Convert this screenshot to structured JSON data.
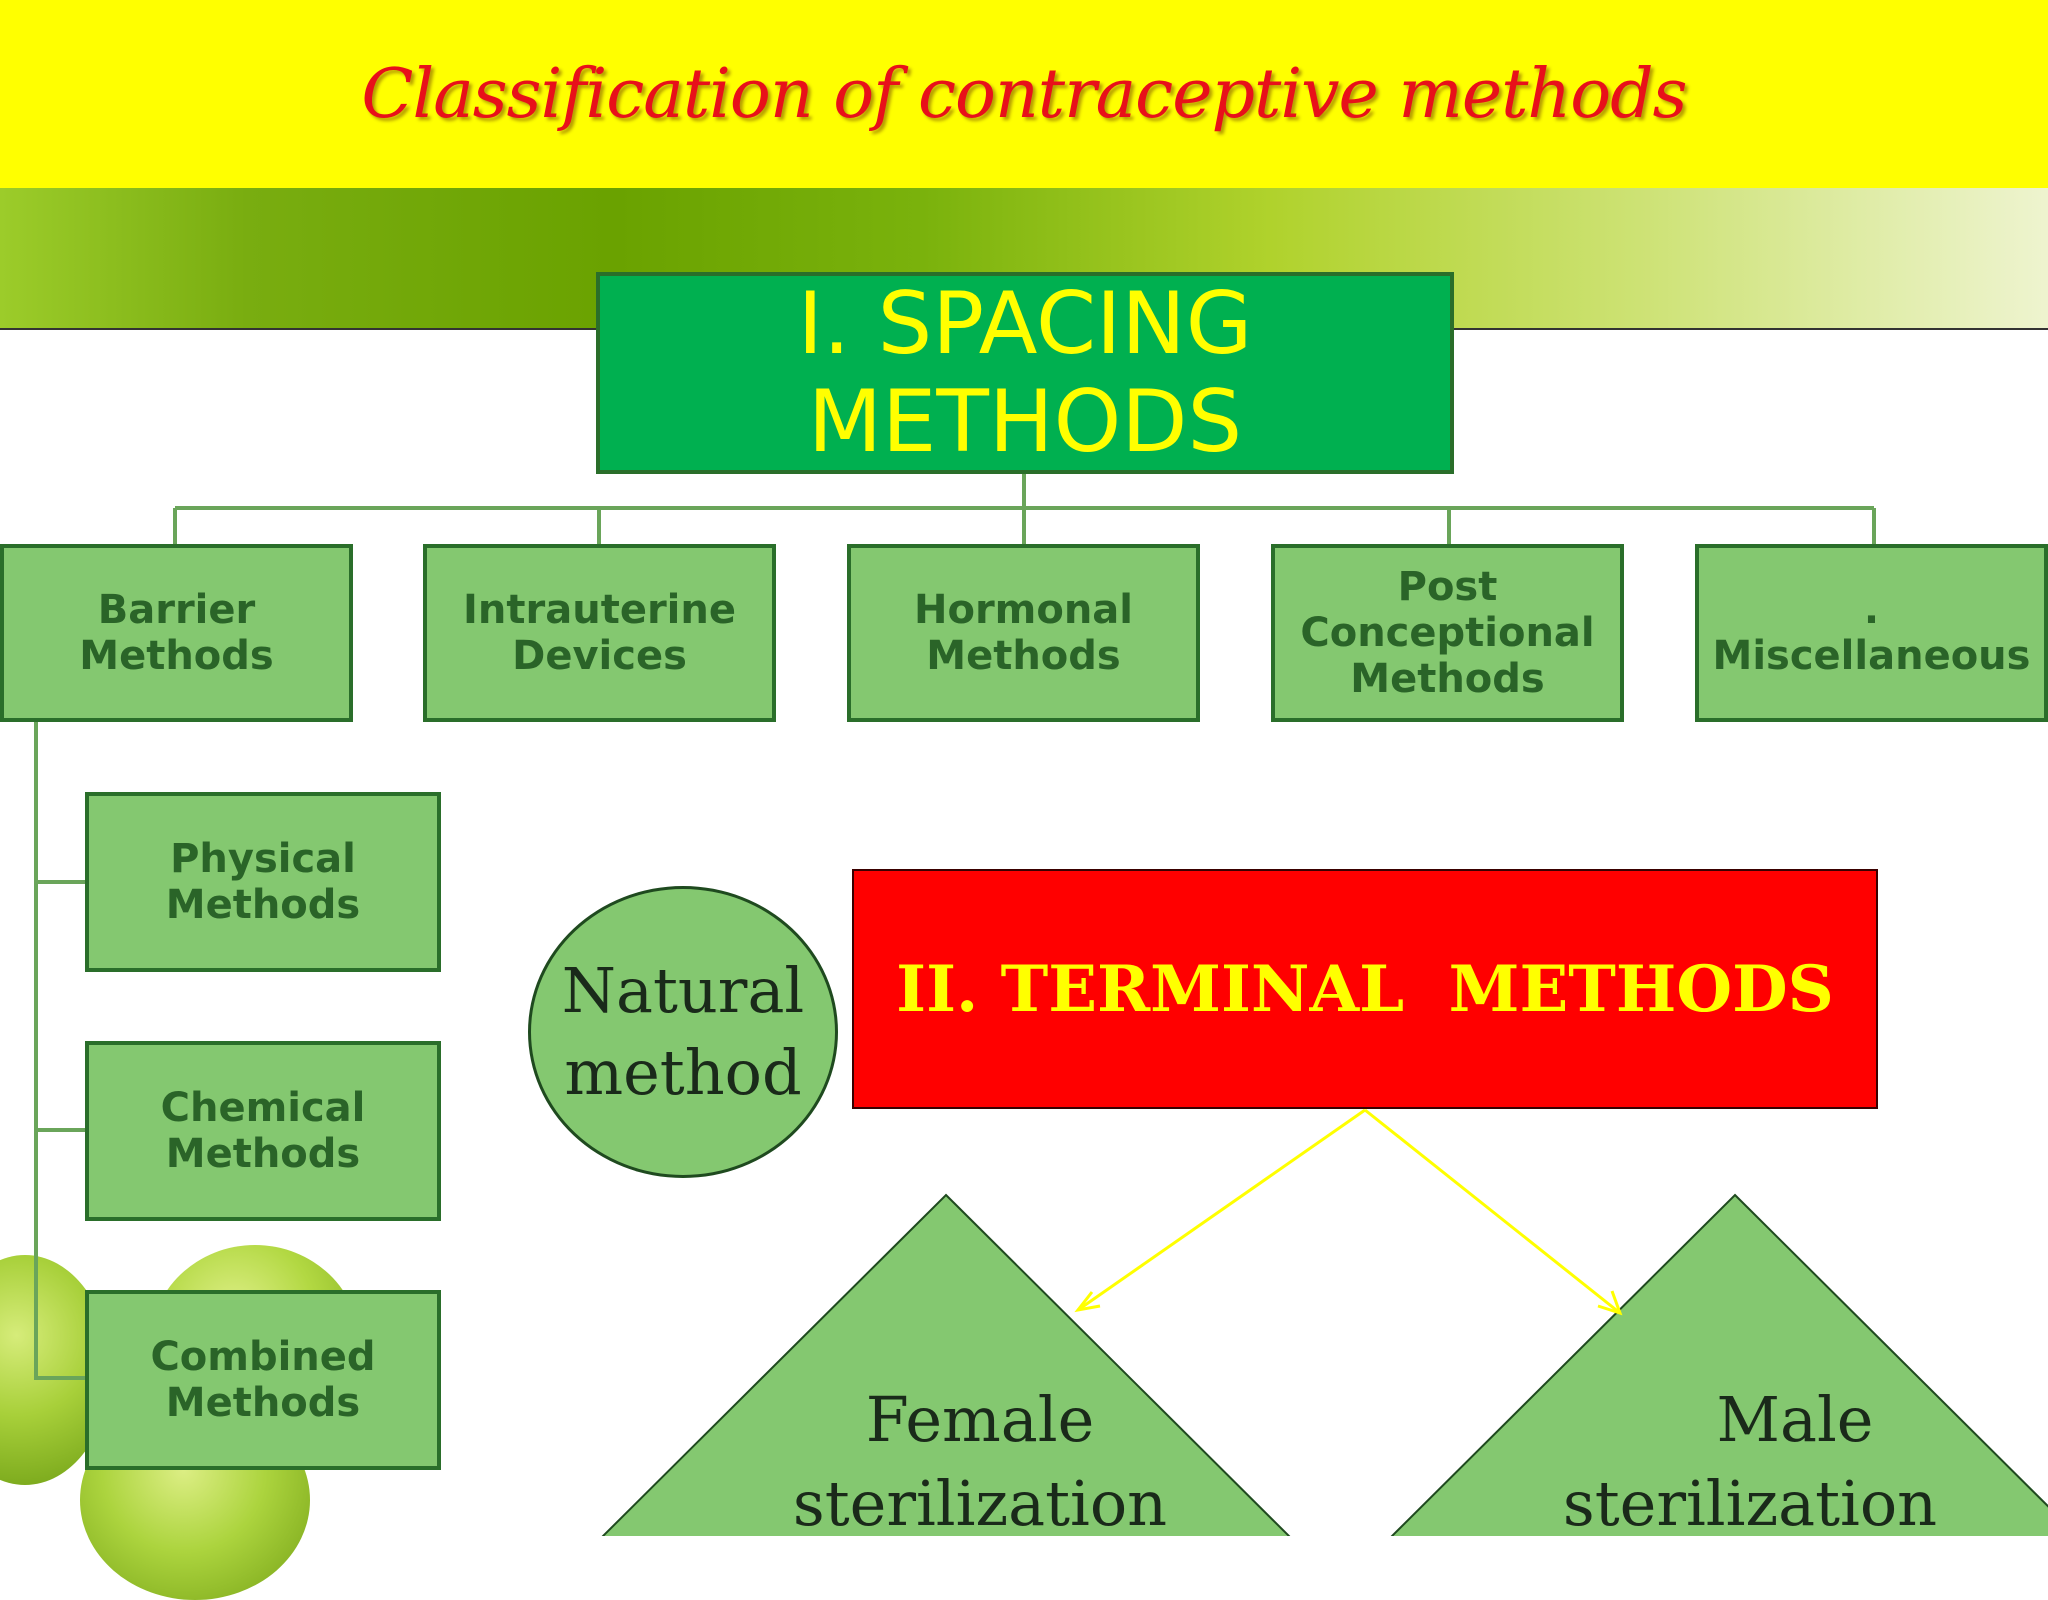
{
  "title": "Classification of contraceptive methods",
  "spacing": {
    "label_line1": "I. SPACING",
    "label_line2": "METHODS",
    "children": [
      {
        "line1": "Barrier",
        "line2": "Methods"
      },
      {
        "line1": "Intrauterine",
        "line2": "Devices"
      },
      {
        "line1": "Hormonal",
        "line2": "Methods"
      },
      {
        "line1": "Post",
        "line2": "Conceptional",
        "line3": "Methods"
      },
      {
        "line1": ".",
        "line2": "Miscellaneous"
      }
    ],
    "barrier_subtypes": [
      {
        "line1": "Physical",
        "line2": "Methods"
      },
      {
        "line1": "Chemical",
        "line2": "Methods"
      },
      {
        "line1": "Combined",
        "line2": "Methods"
      }
    ]
  },
  "natural": {
    "line1": "Natural",
    "line2": "method"
  },
  "terminal": {
    "label": "II. TERMINAL  METHODS",
    "children": [
      {
        "line1": "Female",
        "line2": "sterilization"
      },
      {
        "line1": "Male",
        "line2": "sterilization"
      }
    ]
  },
  "colors": {
    "title_bar": "#ffff00",
    "title_text": "#e8101a",
    "spacing_box": "#00b050",
    "light_box": "#84c870",
    "terminal_box": "#ff0000",
    "arrow": "#ffff00"
  }
}
